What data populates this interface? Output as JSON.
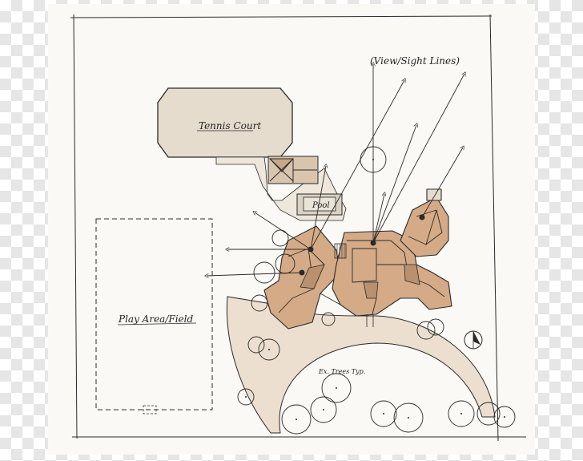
{
  "labels": {
    "view_sight_lines": "(View/Sight Lines)",
    "tennis_court": "Tennis Court",
    "pool": "Pool",
    "play_area": "Play Area/Field",
    "trees": "Ex. Trees Typ."
  },
  "colors": {
    "paper": "#fbf9f5",
    "line": "#2a2a2a",
    "court_fill": "#e6dccd",
    "house_fill": "#d4ab86",
    "drive_fill": "#ecdfcf",
    "patio_fill": "#d9d2c4",
    "roof_dark": "#b9916e"
  },
  "icons": {
    "north_arrow": "north-arrow-icon"
  }
}
